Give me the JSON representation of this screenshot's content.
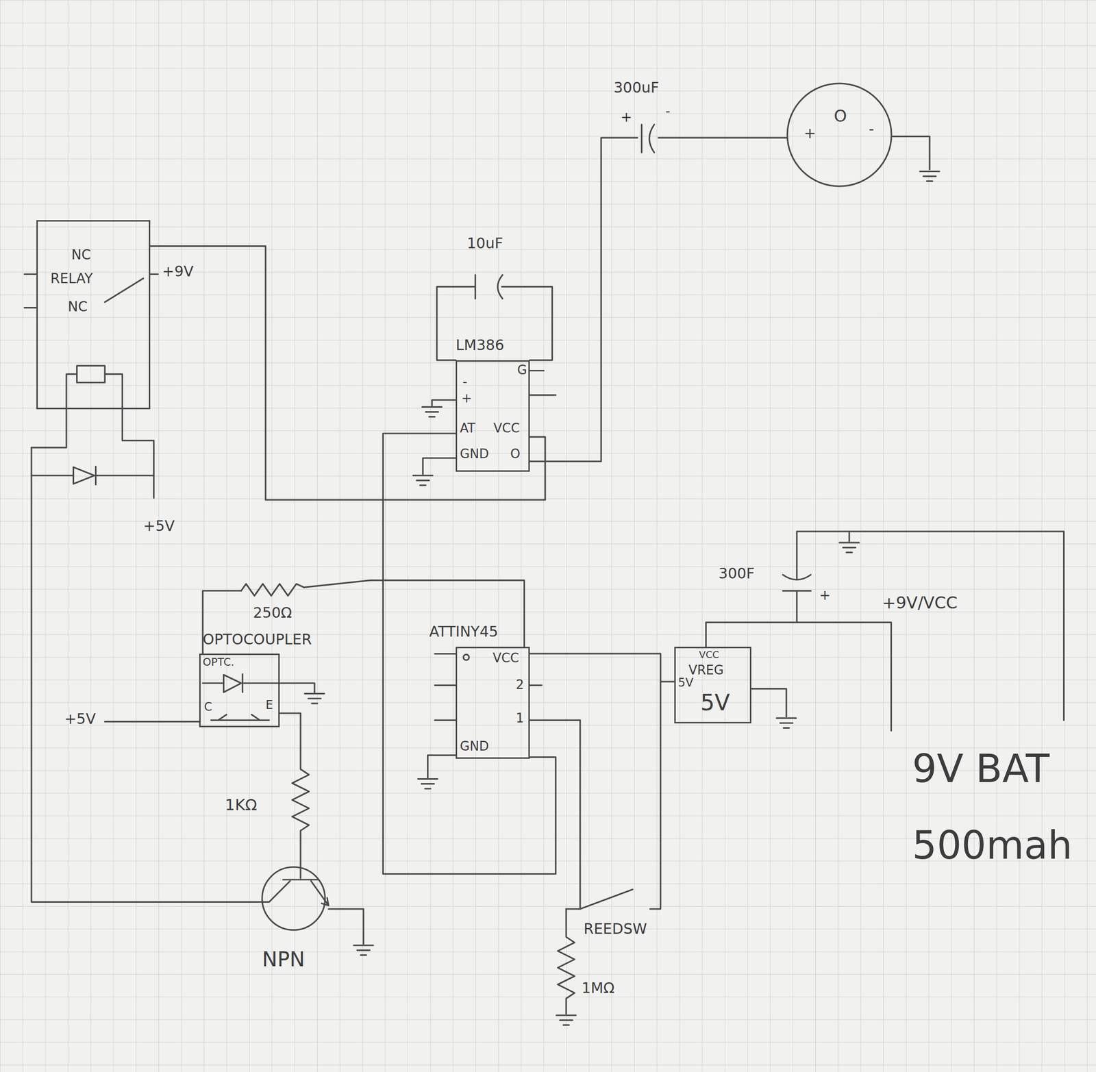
{
  "diagram": {
    "nodes": [
      {
        "text": [
          "NC",
          "RELAY",
          "NC"
        ]
      },
      {
        "text": [
          "+",
          "O",
          "-"
        ]
      },
      {
        "text": [
          "LM386"
        ]
      },
      {
        "text": [
          "OPTOCOUPLER"
        ]
      },
      {
        "text": [
          "ATTINY45"
        ]
      },
      {
        "text": [
          "VREG",
          "5V"
        ]
      }
    ],
    "edges": [
      {
        "from": 2,
        "to": 1,
        "arrow": "none"
      },
      {
        "from": 0,
        "to": 2,
        "arrow": "none"
      },
      {
        "from": 4,
        "to": 2,
        "arrow": "none"
      },
      {
        "from": 3,
        "to": 4,
        "arrow": "none"
      },
      {
        "from": 4,
        "to": 5,
        "arrow": "none"
      }
    ],
    "labels": [
      "300uF",
      "+",
      "-",
      "10uF",
      "+9V",
      "G",
      "-",
      "+",
      "AT",
      "VCC",
      "GND",
      "O",
      "+5V",
      "250Ω",
      "OPTC.",
      "C",
      "E",
      "+5V",
      "VCC",
      "2",
      "1",
      "GND",
      "300F",
      "+",
      "+9V/VCC",
      "VCC",
      "5V",
      "9V BAT",
      "500mah",
      "1KΩ",
      "NPN",
      "REEDSW",
      "1MΩ"
    ]
  }
}
